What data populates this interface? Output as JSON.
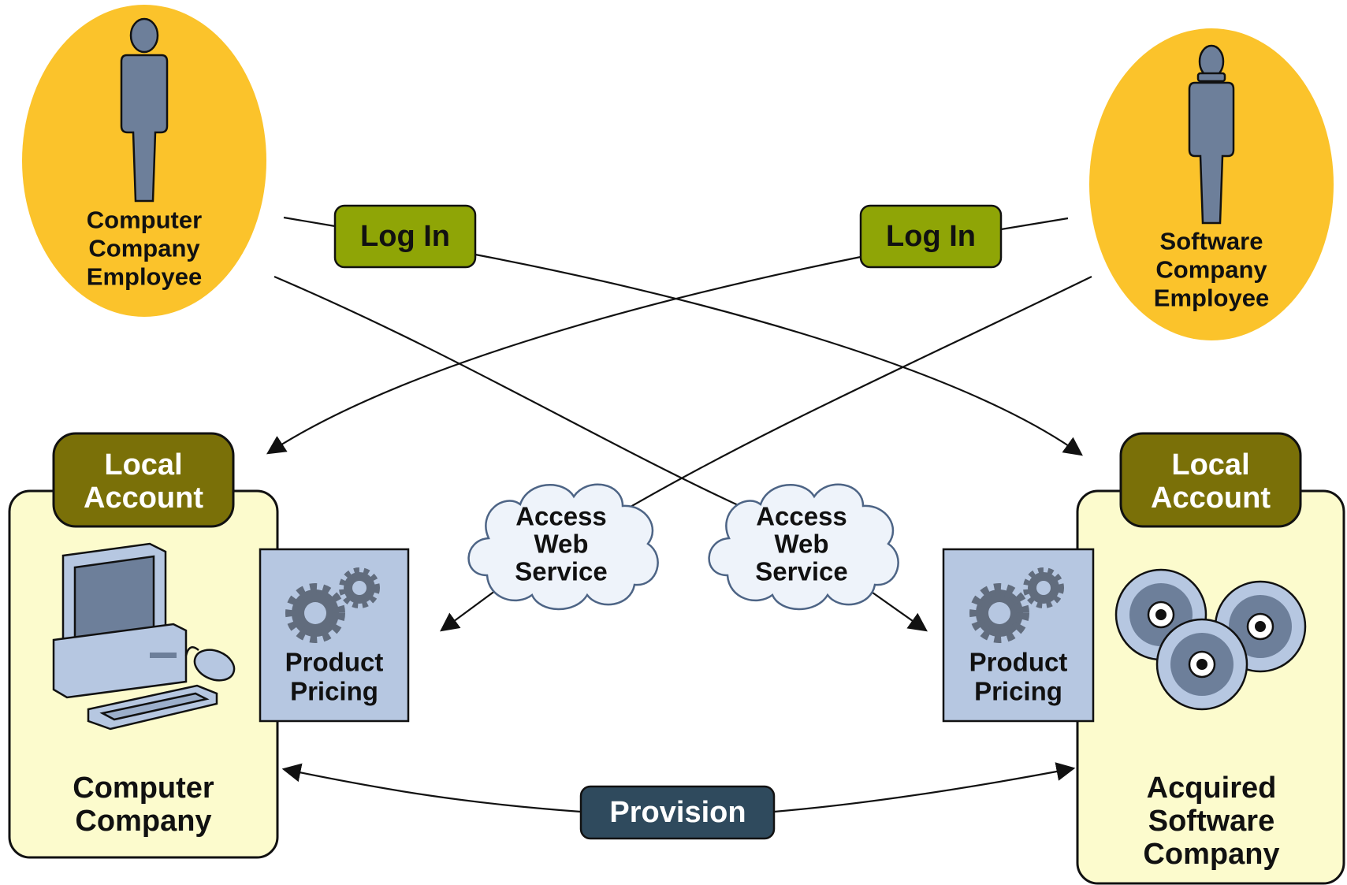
{
  "employees": {
    "left": {
      "line1": "Computer",
      "line2": "Company",
      "line3": "Employee"
    },
    "right": {
      "line1": "Software",
      "line2": "Company",
      "line3": "Employee"
    }
  },
  "actions": {
    "login_left": "Log In",
    "login_right": "Log In",
    "provision": "Provision"
  },
  "web_service": {
    "left": {
      "line1": "Access",
      "line2": "Web",
      "line3": "Service"
    },
    "right": {
      "line1": "Access",
      "line2": "Web",
      "line3": "Service"
    }
  },
  "companies": {
    "left": {
      "tab_line1": "Local",
      "tab_line2": "Account",
      "name_line1": "Computer",
      "name_line2": "Company",
      "pricing_line1": "Product",
      "pricing_line2": "Pricing"
    },
    "right": {
      "tab_line1": "Local",
      "tab_line2": "Account",
      "name_line1": "Acquired",
      "name_line2": "Software",
      "name_line3": "Company",
      "pricing_line1": "Product",
      "pricing_line2": "Pricing"
    }
  },
  "colors": {
    "employee_fill": "#FBC32B",
    "person_fill": "#6D7F9A",
    "login_fill": "#8FA506",
    "tab_fill": "#7A7008",
    "company_fill": "#FCFBCD",
    "pricing_fill": "#B6C7E1",
    "provision_fill": "#2F4A5D"
  }
}
